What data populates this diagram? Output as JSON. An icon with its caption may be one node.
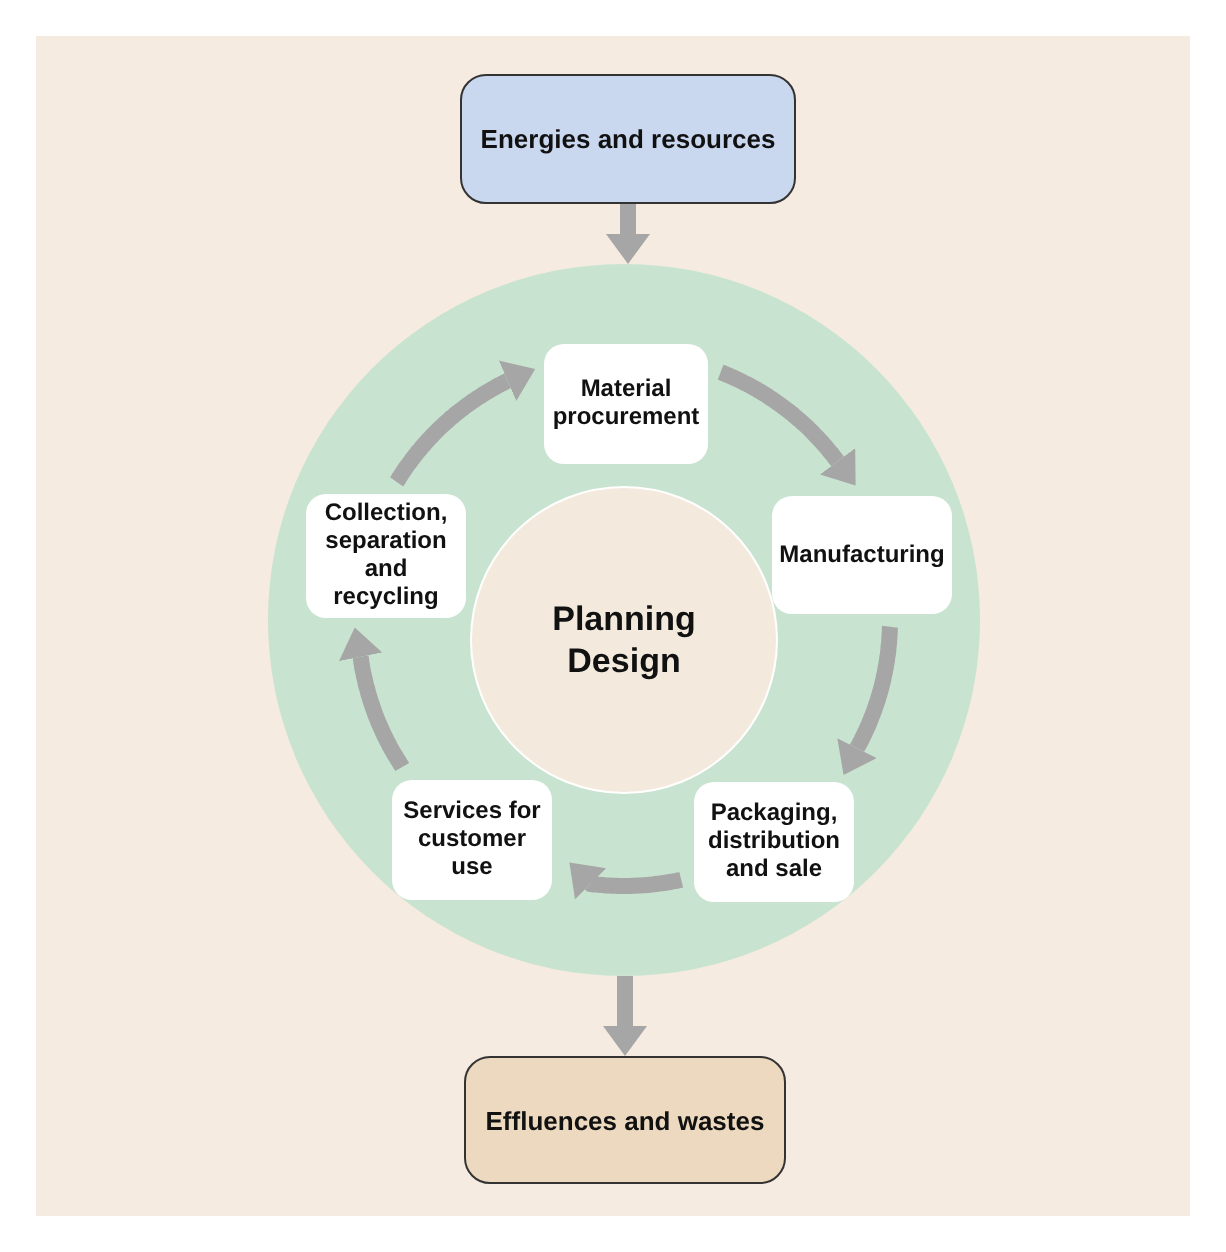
{
  "diagram": {
    "nodes": [
      {
        "text": [
          "Energies and resources"
        ]
      },
      {
        "text": [],
        "shape": "circle"
      },
      {
        "text": [
          "Material procurement"
        ],
        "in": 1
      },
      {
        "text": [
          "Manufacturing"
        ],
        "in": 1
      },
      {
        "text": [
          "Packaging, distribution and sale"
        ],
        "in": 1
      },
      {
        "text": [
          "Services for customer use"
        ],
        "in": 1
      },
      {
        "text": [
          "Collection, separation and recycling"
        ],
        "in": 1
      },
      {
        "text": [
          "Planning Design"
        ],
        "in": 1
      },
      {
        "text": [
          "Effluences and wastes"
        ]
      }
    ],
    "edges": [
      {
        "from": 0,
        "to": 1,
        "arrow": "to"
      },
      {
        "from": 2,
        "to": 3,
        "arrow": "to"
      },
      {
        "from": 3,
        "to": 4,
        "arrow": "to"
      },
      {
        "from": 4,
        "to": 5,
        "arrow": "to"
      },
      {
        "from": 5,
        "to": 6,
        "arrow": "to"
      },
      {
        "from": 6,
        "to": 2,
        "arrow": "to"
      },
      {
        "from": 1,
        "to": 8,
        "arrow": "to"
      }
    ]
  }
}
